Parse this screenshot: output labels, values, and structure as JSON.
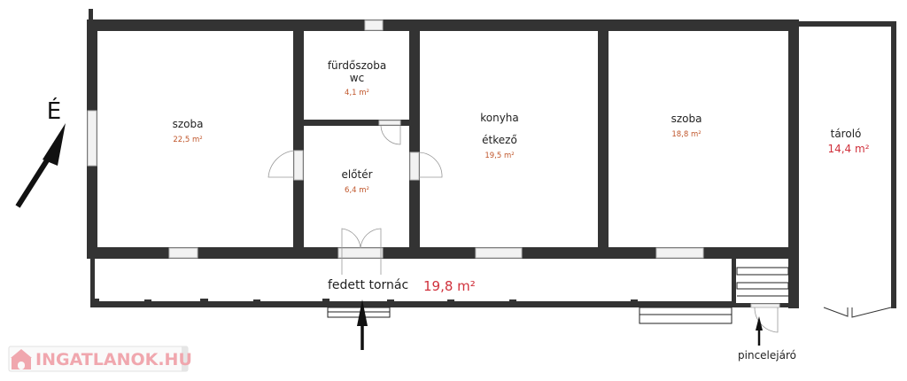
{
  "compass": {
    "label": "É"
  },
  "rooms": [
    {
      "name": "szoba",
      "area": "22,5 m²"
    },
    {
      "name": "fürdőszoba",
      "name2": "wc",
      "area": "4,1 m²"
    },
    {
      "name": "előtér",
      "area": "6,4 m²"
    },
    {
      "name": "konyha",
      "name2": "étkező",
      "area": "19,5 m²"
    },
    {
      "name": "szoba",
      "area": "18,8 m²"
    },
    {
      "name": "tároló",
      "area": "14,4 m²"
    }
  ],
  "porch": {
    "name": "fedett tornác",
    "area": "19,8 m²"
  },
  "cellar": {
    "label": "pincelejáró"
  },
  "logo": {
    "text": "INGATLANOK.HU"
  },
  "colors": {
    "wall": "#333333",
    "area": "#c0562b",
    "area_big": "#d0313c",
    "logo": "#f0a7ae"
  }
}
